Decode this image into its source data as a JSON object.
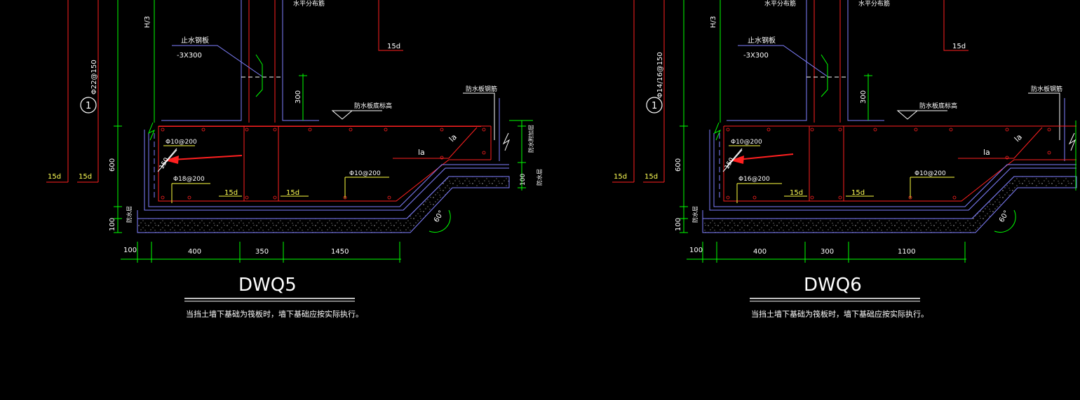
{
  "colors": {
    "background": "#000000",
    "rebar": "#ff2020",
    "dimension": "#00ff00",
    "outline": "#8080ff",
    "leader": "#ffffff",
    "callout": "#ffff40",
    "waterproof": "#c0a0ff",
    "arrow": "#ff2020"
  },
  "left": {
    "title": "DWQ5",
    "note": "当挡土墙下基础为筏板时，墙下基础应按实际执行。",
    "top_label": "水平分布筋",
    "h3": "H/3",
    "plate_label": "止水钢板",
    "plate_size": "-3X300",
    "dim_300": "300",
    "waterproof_bar": "防水板钢筋",
    "waterproof_elev": "防水板底标高",
    "vertical_rebar": "Φ22@150",
    "section_mark": "1",
    "rebar_top": "Φ10@200",
    "rebar_bottom": "Φ18@200",
    "rebar_right": "Φ10@200",
    "la1": "la",
    "la2": "la",
    "d150": "150",
    "d600": "600",
    "d100_side": "100",
    "d15a": "15d",
    "d15b": "15d",
    "d15c": "15d",
    "d15d": "15d",
    "d15e": "15d",
    "angle": "60°",
    "dim_bottom": [
      "100",
      "400",
      "350",
      "1450"
    ],
    "right_side_a": "防水附加层",
    "right_side_b": "防水层",
    "right_side_dim": "100",
    "left_side_a": "防水层",
    "left_side_b": "100"
  },
  "right": {
    "title": "DWQ6",
    "note": "当挡土墙下基础为筏板时，墙下基础应按实际执行。",
    "top_label": "水平分布筋",
    "h3": "H/3",
    "plate_label": "止水钢板",
    "plate_size": "-3X300",
    "dim_300": "300",
    "waterproof_bar": "防水板钢筋",
    "waterproof_elev": "防水板底标高",
    "vertical_rebar": "Φ14/16@150",
    "section_mark": "1",
    "rebar_top": "Φ10@200",
    "rebar_bottom": "Φ16@200",
    "rebar_right": "Φ10@200",
    "la1": "la",
    "la2": "la",
    "d150": "150",
    "d600": "600",
    "d15a": "15d",
    "d15b": "15d",
    "d15c": "15d",
    "d15d": "15d",
    "d15e": "15d",
    "angle": "60°",
    "dim_bottom": [
      "100",
      "400",
      "300",
      "1100"
    ],
    "left_side_a": "防水层",
    "left_side_b": "100"
  }
}
